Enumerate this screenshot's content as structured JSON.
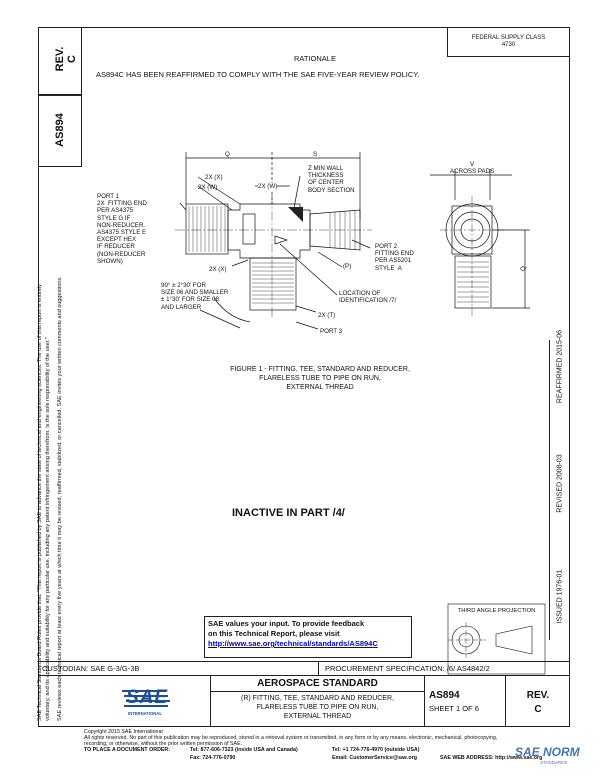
{
  "header": {
    "rev_label": "REV.",
    "rev_value": "C",
    "doc_number": "AS894",
    "federal_supply_class_label": "FEDERAL SUPPLY CLASS",
    "federal_supply_class_value": "4730"
  },
  "rationale": {
    "title": "RATIONALE",
    "text": "AS894C HAS BEEN REAFFIRMED TO COMPLY WITH THE SAE FIVE-YEAR REVIEW POLICY."
  },
  "figure": {
    "dim_q": "Q",
    "dim_s": "S",
    "dim_v": "V",
    "dim_q_side": "Q",
    "across_pads": "ACROSS PADS",
    "lbl_2x_x_top": "2X (X)",
    "lbl_2x_w_top": "2X (W)",
    "lbl_2x_w_mid": "2X (W)",
    "lbl_2x_x_bot": "2X (X)",
    "lbl_2x_t": "2X (T)",
    "lbl_p": "(P)",
    "z_min_wall": "Z MIN WALL\nTHICKNESS\nOF CENTER\nBODY SECTION",
    "port1": "PORT 1\n2X  FITTING END\nPER AS4375\nSTYLE G IF\nNON-REDUCER.\nAS4375 STYLE E\nEXCEPT HEX\nIF REDUCER\n(NON-REDUCER\nSHOWN)",
    "port2": "PORT 2\nFITTING END\nPER AS5201\nSTYLE  A",
    "port3": "PORT 3",
    "angle_note": "90° ± 2°30' FOR\nSIZE 06 AND SMALLER\n± 1°30' FOR SIZE 08\nAND LARGER",
    "location_id": "LOCATION OF\nIDENTIFICATION /7/",
    "caption_line1": "FIGURE 1 - FITTING, TEE, STANDARD AND REDUCER,",
    "caption_line2": "FLARELESS TUBE TO PIPE ON RUN,",
    "caption_line3": "EXTERNAL THREAD"
  },
  "status": {
    "inactive": "INACTIVE IN PART /4/"
  },
  "side_dates": {
    "reaffirmed": "REAFFIRMED 2015-06",
    "revised": "REVISED 2008-03",
    "issued": "ISSUED 1976-01"
  },
  "left_notice": {
    "line1": "SAE Technical Standards Board Rules provide that: “This report is published by SAE to advance the state of technical and engineering sciences. The use of this report is entirely",
    "line2": "voluntary, and its applicability and suitability for any particular use, including any patent infringement arising therefrom, is the sole responsibility of the user.”",
    "line3": "SAE reviews each technical report at least every five years at which time it may be revised, reaffirmed, stabilized, or cancelled. SAE invites your written comments and suggestions."
  },
  "feedback": {
    "line1": "SAE values your input. To provide feedback",
    "line2": "on this Technical Report, please visit",
    "url": "http://www.sae.org/technical/standards/AS894C"
  },
  "projection": {
    "label": "THIRD ANGLE PROJECTION"
  },
  "bottom_block": {
    "custodian": "CUSTODIAN: SAE G-3/G-3B",
    "procurement": "PROCUREMENT SPECIFICATION: /6/ AS4842/2",
    "logo_text": "SAE",
    "logo_sub": "INTERNATIONAL",
    "standard_type": "AEROSPACE STANDARD",
    "title_line1": "(R) FITTING, TEE, STANDARD AND REDUCER,",
    "title_line2": "FLARELESS TUBE TO PIPE ON RUN,",
    "title_line3": "EXTERNAL THREAD",
    "doc_number": "AS894",
    "sheet": "SHEET 1 OF 6",
    "rev_label": "REV.",
    "rev_value": "C"
  },
  "footer": {
    "copyright": "Copyright 2015 SAE International",
    "rights_line1": "All rights reserved. No part of this publication may be reproduced, stored in a retrieval system or transmitted, in any form or by any means, electronic, mechanical, photocopying,",
    "rights_line2": "recording, or otherwise, without the prior written permission of SAE.",
    "order_label": "TO PLACE A DOCUMENT ORDER:",
    "tel1": "Tel:  877-606-7323 (inside USA and Canada)",
    "tel2": "Tel:  +1 724-776-4970 (outside USA)",
    "fax": "Fax:  724-776-0790",
    "email": "Email: CustomerService@sae.org",
    "web": "SAE WEB ADDRESS: http://www.sae.org"
  },
  "watermark": {
    "text": "SAE NORM",
    "sub": "STANDARDS"
  },
  "colors": {
    "link": "#0000cc",
    "logo_blue": "#1d4f91",
    "watermark_blue": "#1f5fa8"
  }
}
